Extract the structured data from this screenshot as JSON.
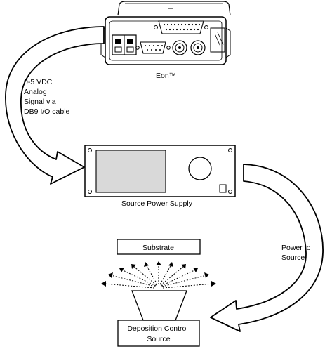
{
  "device_label": "Eon™",
  "signal_label": [
    "0-5 VDC",
    "Analog",
    "Signal via",
    "DB9 I/O cable"
  ],
  "power_supply_label": "Source Power Supply",
  "power_to_source_label": [
    "Power to",
    "Source"
  ],
  "substrate_label": "Substrate",
  "deposition_label": [
    "Deposition Control",
    "Source"
  ]
}
